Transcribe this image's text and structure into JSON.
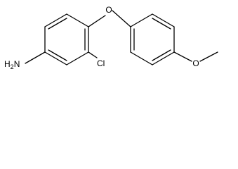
{
  "molecule": {
    "atoms": {
      "amine": "H2N",
      "chlorine": "Cl",
      "ether_oxygen": "O",
      "methoxy_oxygen": "O"
    }
  }
}
